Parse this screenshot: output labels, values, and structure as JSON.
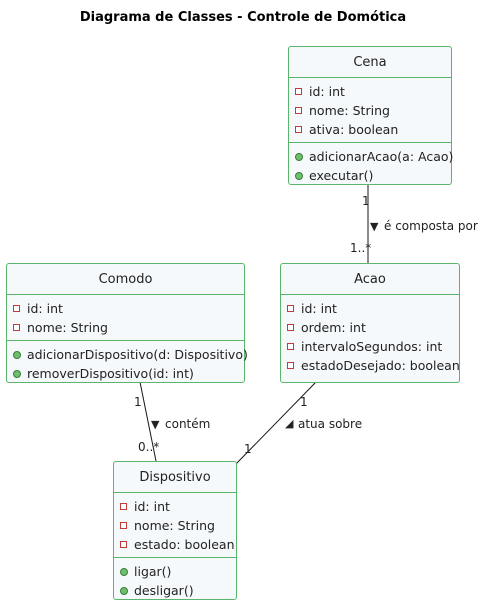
{
  "title": "Diagrama de Classes - Controle de Domótica",
  "classes": {
    "cena": {
      "name": "Cena",
      "attributes": [
        "id: int",
        "nome: String",
        "ativa: boolean"
      ],
      "methods": [
        "adicionarAcao(a: Acao)",
        "executar()"
      ]
    },
    "comodo": {
      "name": "Comodo",
      "attributes": [
        "id: int",
        "nome: String"
      ],
      "methods": [
        "adicionarDispositivo(d: Dispositivo)",
        "removerDispositivo(id: int)"
      ]
    },
    "acao": {
      "name": "Acao",
      "attributes": [
        "id: int",
        "ordem: int",
        "intervaloSegundos: int",
        "estadoDesejado: boolean"
      ],
      "methods": []
    },
    "dispositivo": {
      "name": "Dispositivo",
      "attributes": [
        "id: int",
        "nome: String",
        "estado: boolean"
      ],
      "methods": [
        "ligar()",
        "desligar()"
      ]
    }
  },
  "relations": {
    "cena_acao": {
      "label": "é composta por",
      "arrow": "▼",
      "mult_source": "1",
      "mult_target": "1..*"
    },
    "comodo_dispositivo": {
      "label": "contém",
      "arrow": "▼",
      "mult_source": "1",
      "mult_target": "0..*"
    },
    "acao_dispositivo": {
      "label": "atua sobre",
      "arrow": "◢",
      "mult_source": "1",
      "mult_target": "1"
    }
  },
  "colors": {
    "border": "#5bb56a",
    "fill": "#f6f9fb",
    "attr_marker": "#c23b3b",
    "method_marker": "#6dbf6d"
  }
}
